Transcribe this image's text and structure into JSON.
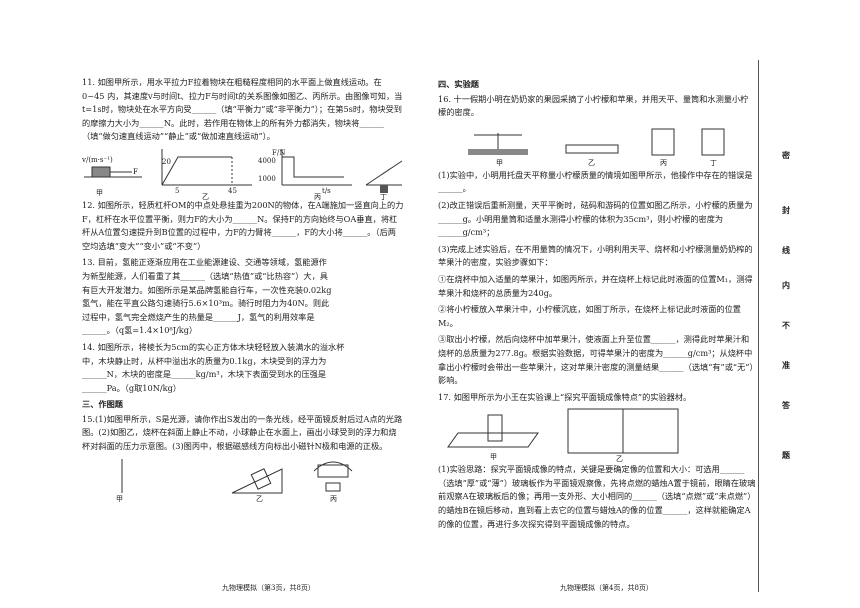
{
  "left": {
    "q11": "11. 如图甲所示，用水平拉力F拉着物块在粗糙程度相同的水平面上做直线运动。在0~45 内，其速度v与时间t、拉力F与时间t的关系图像如图乙、丙所示。由图像可知，当t=1s时，物块处在水平方向受______（填“平衡力”或“非平衡力”）；在第5s时，物块受到的摩擦力大小为______N。此时，若作用在物体上的所有外力都消失，物块将______（填“做匀速直线运动”“静止”或“做加速直线运动”）。",
    "q11_fig_labels": [
      "甲",
      "乙",
      "丙",
      "丁"
    ],
    "q11_axis": {
      "v_label": "v/(m·s⁻¹)",
      "v_value": "20",
      "F_label": "F/N",
      "F_values": [
        "4000",
        "1000"
      ],
      "t_label": "t/s",
      "t_values": [
        "5",
        "45"
      ]
    },
    "q12": "12. 如图所示，轻质杠杆OM的中点处悬挂重为200N的物体，在A端施加一竖直向上的力F，杠杆在水平位置平衡，则力F的大小为______N。保持F的方向始终与OA垂直，将杠杆从A位置匀速提升到B位置的过程中，力F的力臂将______，F的大小将______。（后两空均选填“变大”“变小”或“不变”）",
    "q13": "13. 目前，氢能正逐渐应用在工业能源建设、交通等领域，氢能源作为新型能源，人们看重了其______（选填“热值”或“比热容”）大，具有巨大开发潜力。如图所示是某品牌氢能自行车，一次性充装0.02kg氢气，能在平直公路匀速骑行5.6×10³m。骑行时阻力为40N。则此过程中，氢气完全燃烧产生的热量是______J，氢气的利用效率是______。（q氢=1.4×10⁸J/kg）",
    "q14": "14. 如图所示，将棱长为5cm的实心正方体木块轻轻放入装满水的溢水杯中，木块静止时，从杯中溢出水的质量为0.1kg，木块受到的浮力为______N，木块的密度是______kg/m³，木块下表面受到水的压强是______Pa。（g取10N/kg）",
    "sec3": "三、作图题",
    "q15": "15.(1)如图甲所示，S是光源，请你作出S发出的一条光线，经平面镜反射后过A点的光路图。(2)如图乙，烧杯在斜面上静止不动，小球静止在水面上，画出小球受到的浮力和烧杯对斜面的压力示意图。(3)图丙中，根据磁感线方向标出小磁针N极和电源的正极。",
    "q15_fig_labels": [
      "甲",
      "乙",
      "丙"
    ],
    "footer": "九物理模拟（第3页，共8页）"
  },
  "right": {
    "sec4": "四、实验题",
    "q16": "16. 十一假期小明在奶奶家的果园采摘了小柠檬和苹果，并用天平、量筒和水测量小柠檬的密度。",
    "q16_fig_labels": [
      "甲",
      "乙",
      "丙",
      "丁"
    ],
    "q16_1": "(1)实验中，小明用托盘天平称量小柠檬质量的情境如图甲所示，他操作中存在的错误是______。",
    "q16_2": "(2)改正错误后重新测量，天平平衡时，砝码和游码的位置如图乙所示，小柠檬的质量为______g。小明用量筒和适量水测得小柠檬的体积为35cm³，则小柠檬的密度为______g/cm³；",
    "q16_3": "(3)完成上述实验后，在不用量筒的情况下，小明利用天平、烧杯和小柠檬测量奶奶榨的苹果汁的密度，实验步骤如下：",
    "q16_3a": "①在烧杯中加入适量的苹果汁，如图丙所示，并在烧杯上标记此时液面的位置M₁，测得苹果汁和烧杯的总质量为240g。",
    "q16_3b": "②将小柠檬放入苹果汁中，小柠檬沉底，如图丁所示，在烧杯上标记此时液面的位置M₂。",
    "q16_3c": "③取出小柠檬，然后向烧杯中加苹果汁，使液面上升至位置______，测得此时苹果汁和烧杯的总质量为277.8g。根据实验数据，可得苹果汁的密度为______g/cm³；从烧杯中拿出小柠檬时会带出一些苹果汁，这对苹果汁密度的测量结果______（选填“有”或“无”）影响。",
    "q17": "17. 如图甲所示为小王在实验课上“探究平面镜成像特点”的实验器材。",
    "q17_fig_labels": [
      "甲",
      "乙"
    ],
    "q17_1": "(1)实验思路：探究平面镜成像的特点，关键是要确定像的位置和大小：可选用______（选填“厚”或“薄”）玻璃板作为平面镜观察像，先将点燃的蜡烛A置于镜前，眼睛在玻璃前观察A在玻璃板后的像；再用一支外形、大小相同的______（选填“点燃”或“未点燃”）的蜡烛B在镜后移动，直到看上去它的位置与蜡烛A的像的位置______，这样就能确定A的像的位置，再进行多次探究得到平面镜成像的特点。",
    "footer": "九物理模拟（第4页，共8页）"
  },
  "seal": [
    "密",
    "封",
    "线",
    "内",
    "不",
    "准",
    "答",
    "题"
  ]
}
